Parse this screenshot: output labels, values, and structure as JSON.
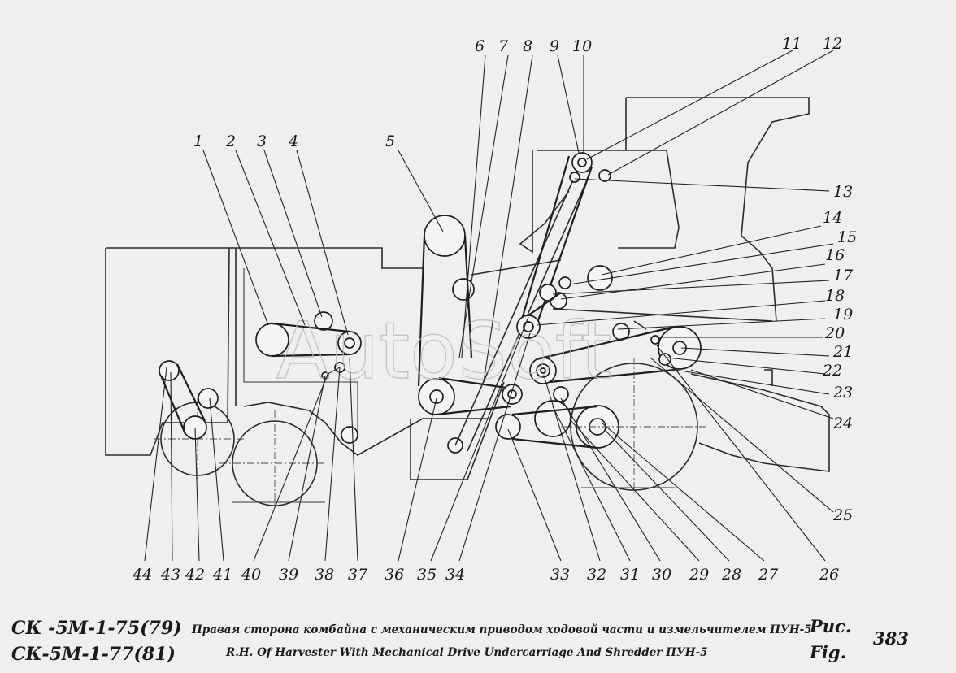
{
  "watermark": "AutoSoft",
  "callouts": {
    "top": [
      "1",
      "2",
      "3",
      "4",
      "5",
      "6",
      "7",
      "8",
      "9",
      "10",
      "11",
      "12"
    ],
    "right": [
      "13",
      "14",
      "15",
      "16",
      "17",
      "18",
      "19",
      "20",
      "21",
      "22",
      "23",
      "24",
      "25"
    ],
    "bottom": [
      "26",
      "27",
      "28",
      "29",
      "30",
      "31",
      "32",
      "33",
      "34",
      "35",
      "36",
      "37",
      "38",
      "39",
      "40",
      "41",
      "42",
      "43",
      "44"
    ]
  },
  "footer": {
    "model_line1": "СК -5М-1-75(79)",
    "model_line2": "СК-5М-1-77(81)",
    "caption_ru": "Правая сторона комбайна с механическим приводом ходовой части и измельчителем ПУН-5",
    "caption_en": "R.H. Of Harvester With Mechanical Drive Undercarriage And Shredder ПУН-5",
    "fig_label_ru": "Рис.",
    "fig_label_en": "Fig.",
    "fig_number": "383"
  }
}
